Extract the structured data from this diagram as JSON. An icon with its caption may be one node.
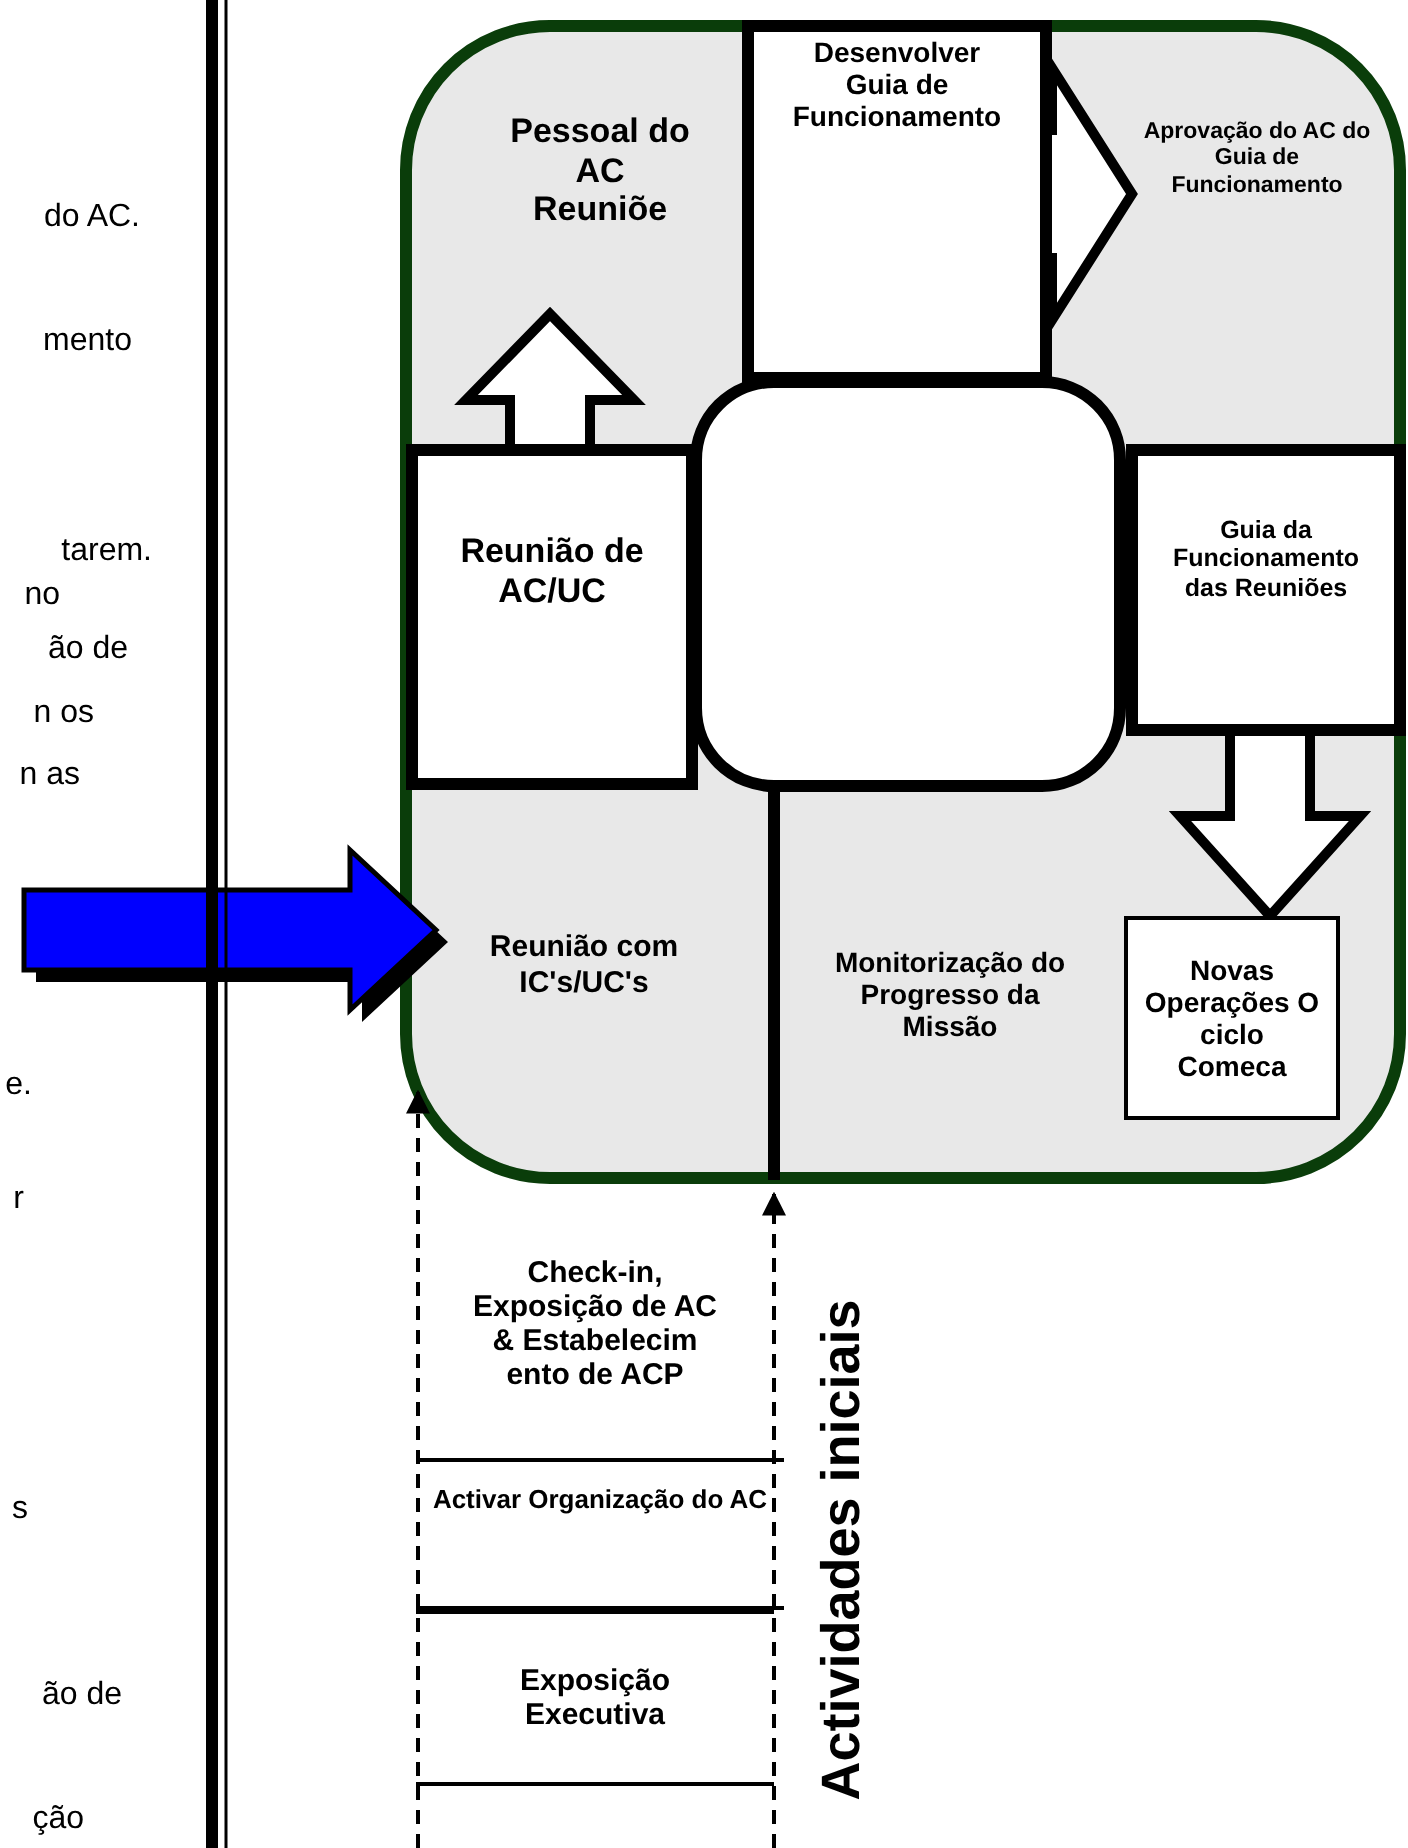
{
  "diagram": {
    "nodes": [
      {
        "text": [],
        "shape": "box"
      },
      {
        "text": [
          "Pessoal do AC Reuniõe"
        ],
        "in": 0
      },
      {
        "text": [
          "Desenvolver Guia de Funcionamento"
        ],
        "in": 0
      },
      {
        "text": [
          "Aprovação do AC do Guia de Funcionamento"
        ],
        "in": 0
      },
      {
        "text": [
          "Reunião de AC/UC"
        ],
        "in": 0
      },
      {
        "text": [],
        "shape": "box",
        "in": 0
      },
      {
        "text": [
          "Guia da Funcionamento das Reuniões"
        ],
        "in": 0
      },
      {
        "text": [
          "Reunião com IC's/UC's"
        ],
        "in": 0
      },
      {
        "text": [
          "Monitorização do Progresso da Missão"
        ],
        "in": 0
      },
      {
        "text": [
          "Novas Operações O ciclo Comeca"
        ],
        "in": 0
      },
      {
        "text": [
          "Check-in, Exposição de AC & Estabelecim ento de ACP"
        ]
      },
      {
        "text": [
          "Activar Organização do AC"
        ]
      },
      {
        "text": [
          "Exposição Executiva"
        ]
      }
    ],
    "edges": [
      {
        "from": 4,
        "to": 1,
        "arrow": "to"
      },
      {
        "from": 2,
        "to": 3,
        "arrow": "to"
      },
      {
        "from": 6,
        "to": 9,
        "arrow": "to"
      },
      {
        "from": null,
        "to": 7,
        "arrow": "to",
        "style": "thick",
        "color": "#0000ff"
      },
      {
        "from": null,
        "to": 0,
        "arrow": "to",
        "style": "dashed"
      },
      {
        "from": null,
        "to": 0,
        "arrow": "to",
        "style": "dashed"
      }
    ],
    "labels": [
      "do AC.",
      "mento",
      "tarem.",
      "no",
      "ão de",
      "n os",
      "n as",
      "e.",
      "r",
      "s",
      "ão de",
      "ção",
      "Actividades iniciais"
    ]
  }
}
